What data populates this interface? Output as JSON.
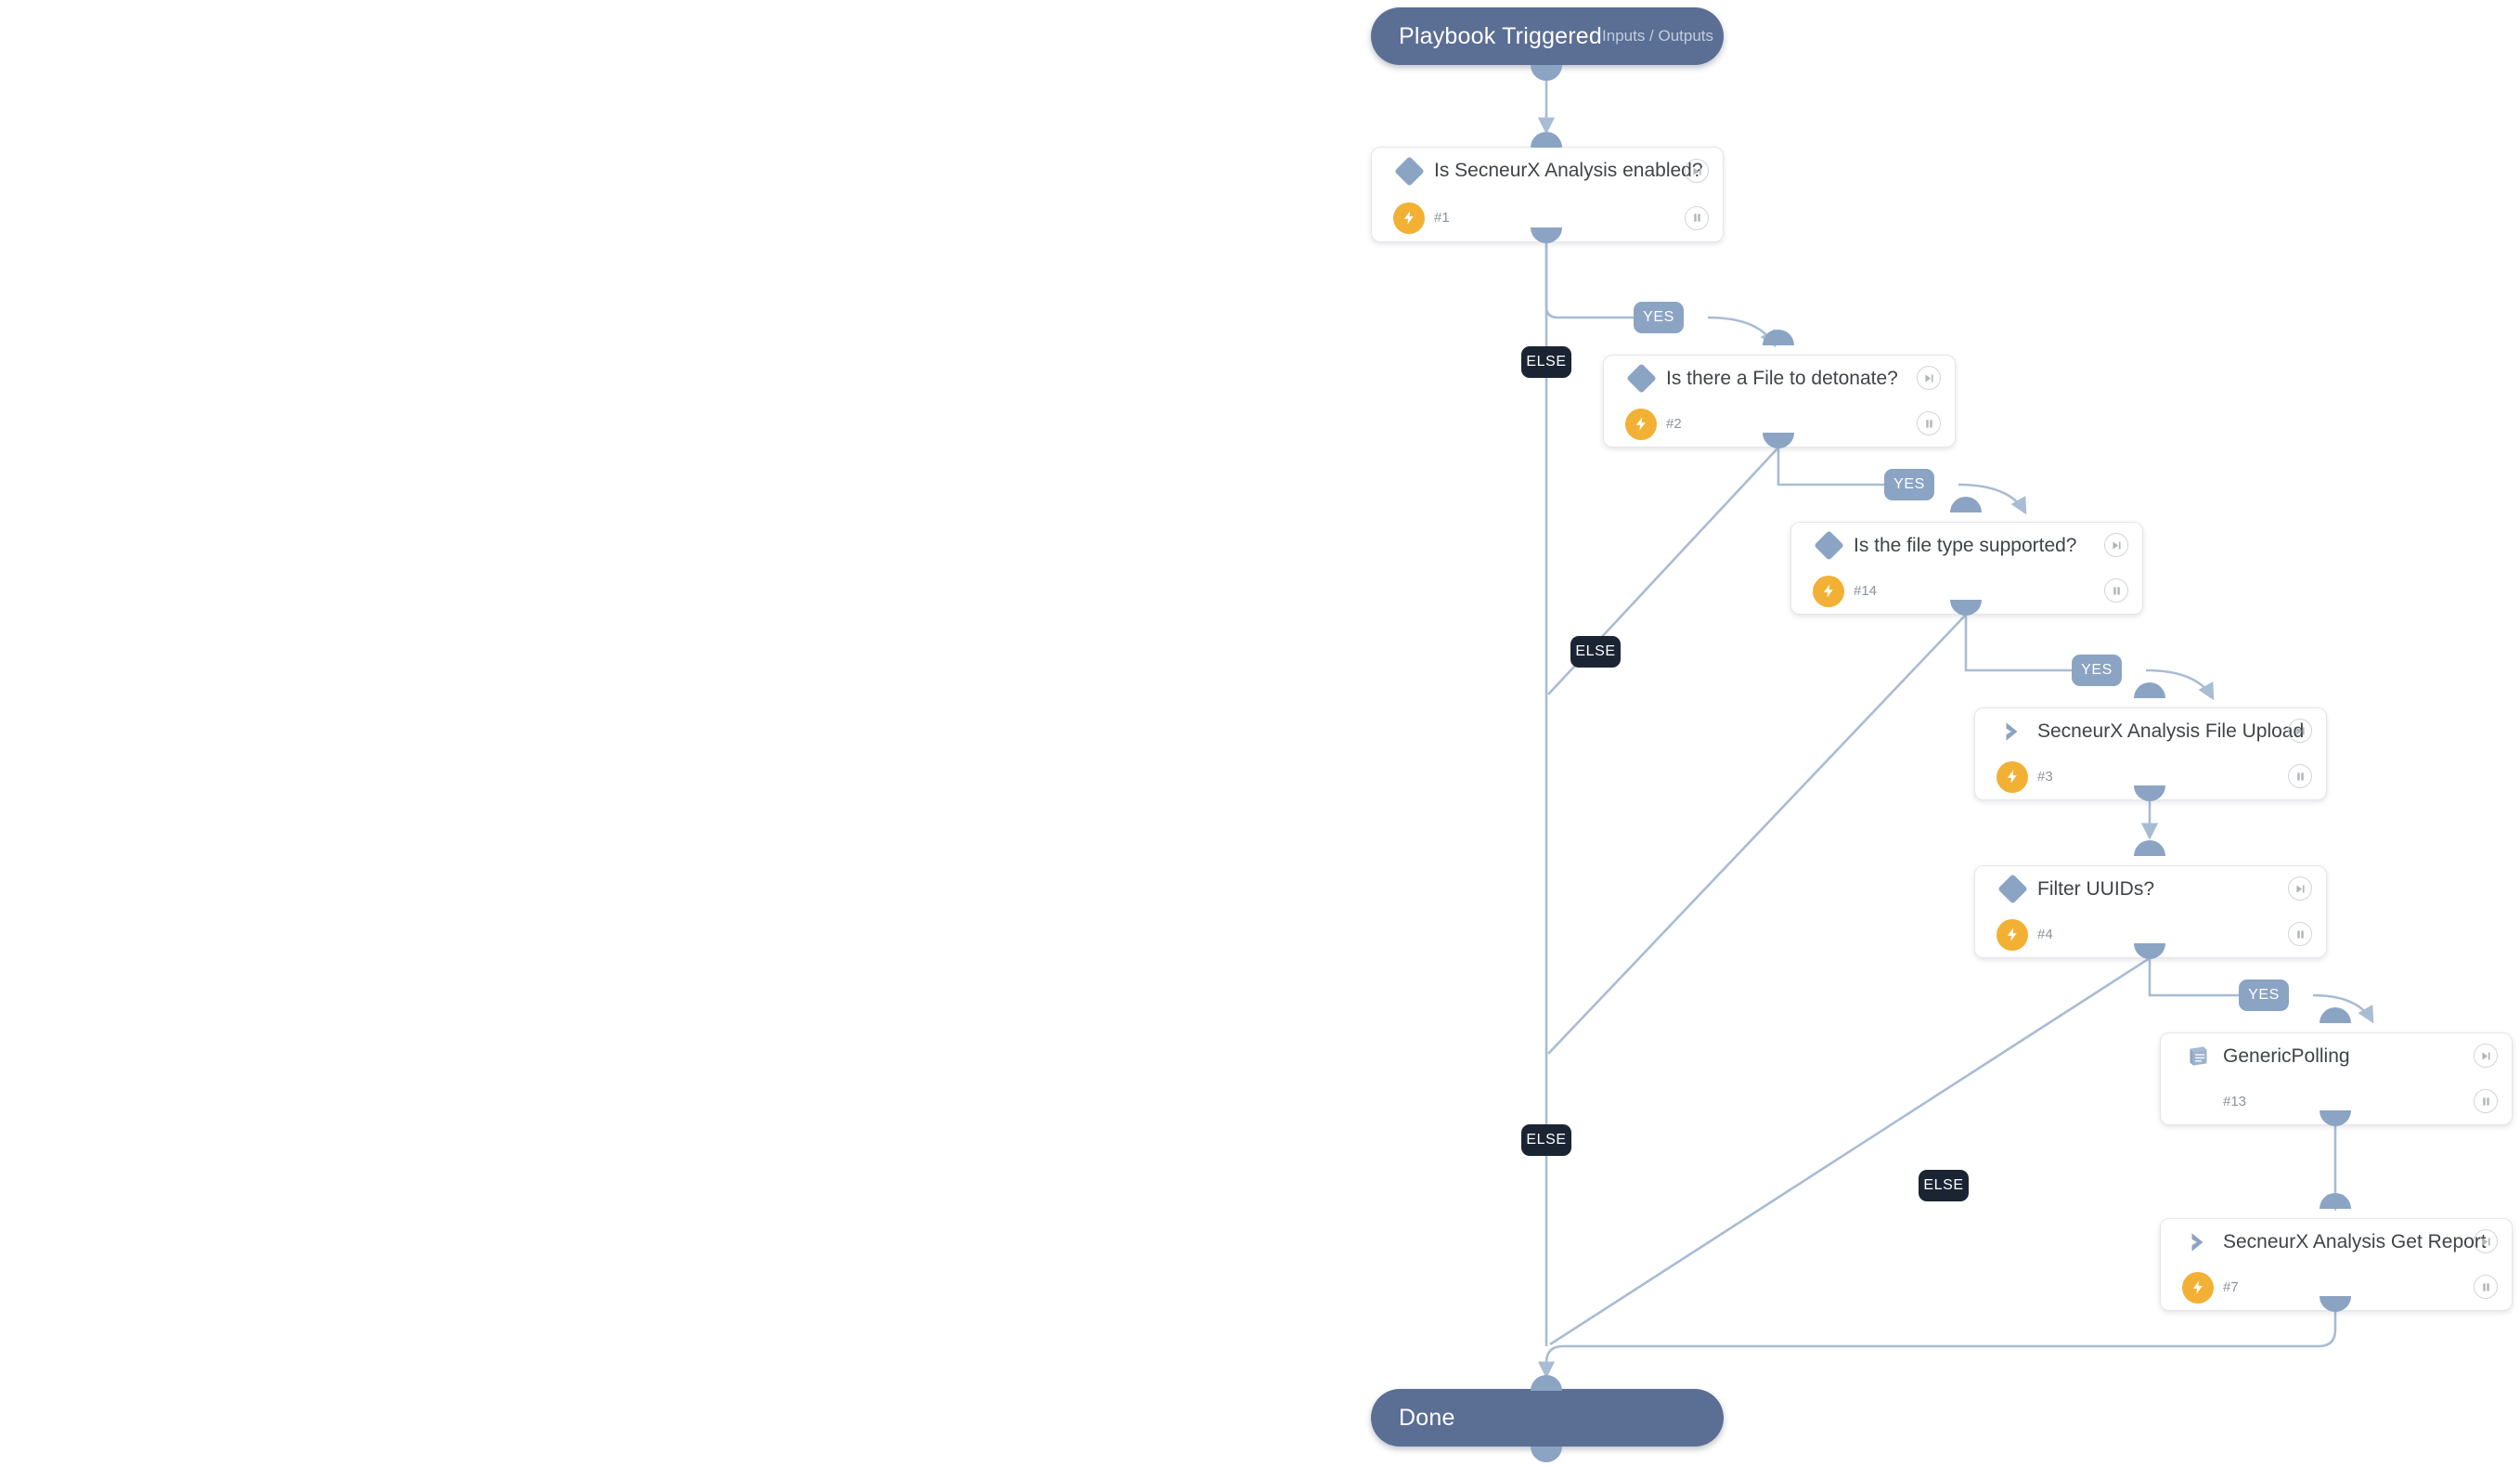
{
  "diagram": {
    "type": "playbook-workflow",
    "colors": {
      "terminal": "#5b6e94",
      "accent_blue": "#8ba4c4",
      "bolt_orange": "#f2b134",
      "else_badge": "#1b2433",
      "edge": "#a8bcd4",
      "card_bg": "#ffffff",
      "title_text": "#3f4448"
    },
    "start": {
      "title": "Playbook Triggered",
      "subtitle": "Inputs / Outputs"
    },
    "end": {
      "title": "Done"
    },
    "nodes": [
      {
        "id": "n1",
        "title": "Is SecneurX Analysis enabled?",
        "number": "#1",
        "kind": "condition",
        "icon": "diamond-icon",
        "has_bolt": true,
        "controls": [
          "skip-icon",
          "pause-icon"
        ]
      },
      {
        "id": "n2",
        "title": "Is there a File to detonate?",
        "number": "#2",
        "kind": "condition",
        "icon": "diamond-icon",
        "has_bolt": true,
        "controls": [
          "skip-icon",
          "pause-icon"
        ]
      },
      {
        "id": "n14",
        "title": "Is the file type supported?",
        "number": "#14",
        "kind": "condition",
        "icon": "diamond-icon",
        "has_bolt": true,
        "controls": [
          "skip-icon",
          "pause-icon"
        ]
      },
      {
        "id": "n3",
        "title": "SecneurX Analysis File Upload",
        "number": "#3",
        "kind": "command",
        "icon": "chevron-right-icon",
        "has_bolt": true,
        "controls": [
          "skip-icon",
          "pause-icon"
        ]
      },
      {
        "id": "n4",
        "title": "Filter UUIDs?",
        "number": "#4",
        "kind": "condition",
        "icon": "diamond-icon",
        "has_bolt": true,
        "controls": [
          "skip-icon",
          "pause-icon"
        ]
      },
      {
        "id": "n13",
        "title": "GenericPolling",
        "number": "#13",
        "kind": "sub-playbook",
        "icon": "playbook-book-icon",
        "has_bolt": false,
        "controls": [
          "skip-icon",
          "pause-icon"
        ]
      },
      {
        "id": "n7",
        "title": "SecneurX Analysis Get Report",
        "number": "#7",
        "kind": "command",
        "icon": "chevron-right-icon",
        "has_bolt": true,
        "controls": [
          "skip-icon",
          "pause-icon"
        ]
      }
    ],
    "branch_labels": {
      "yes": "YES",
      "else": "ELSE"
    },
    "edges": [
      {
        "from": "start",
        "to": "n1",
        "label": ""
      },
      {
        "from": "n1",
        "to": "n2",
        "label": "YES"
      },
      {
        "from": "n1",
        "to": "end",
        "label": "ELSE"
      },
      {
        "from": "n2",
        "to": "n14",
        "label": "YES"
      },
      {
        "from": "n2",
        "to": "end",
        "label": "ELSE"
      },
      {
        "from": "n14",
        "to": "n3",
        "label": "YES"
      },
      {
        "from": "n14",
        "to": "end",
        "label": "ELSE"
      },
      {
        "from": "n3",
        "to": "n4",
        "label": ""
      },
      {
        "from": "n4",
        "to": "n13",
        "label": "YES"
      },
      {
        "from": "n4",
        "to": "end",
        "label": "ELSE"
      },
      {
        "from": "n13",
        "to": "n7",
        "label": ""
      },
      {
        "from": "n7",
        "to": "end",
        "label": ""
      }
    ]
  }
}
